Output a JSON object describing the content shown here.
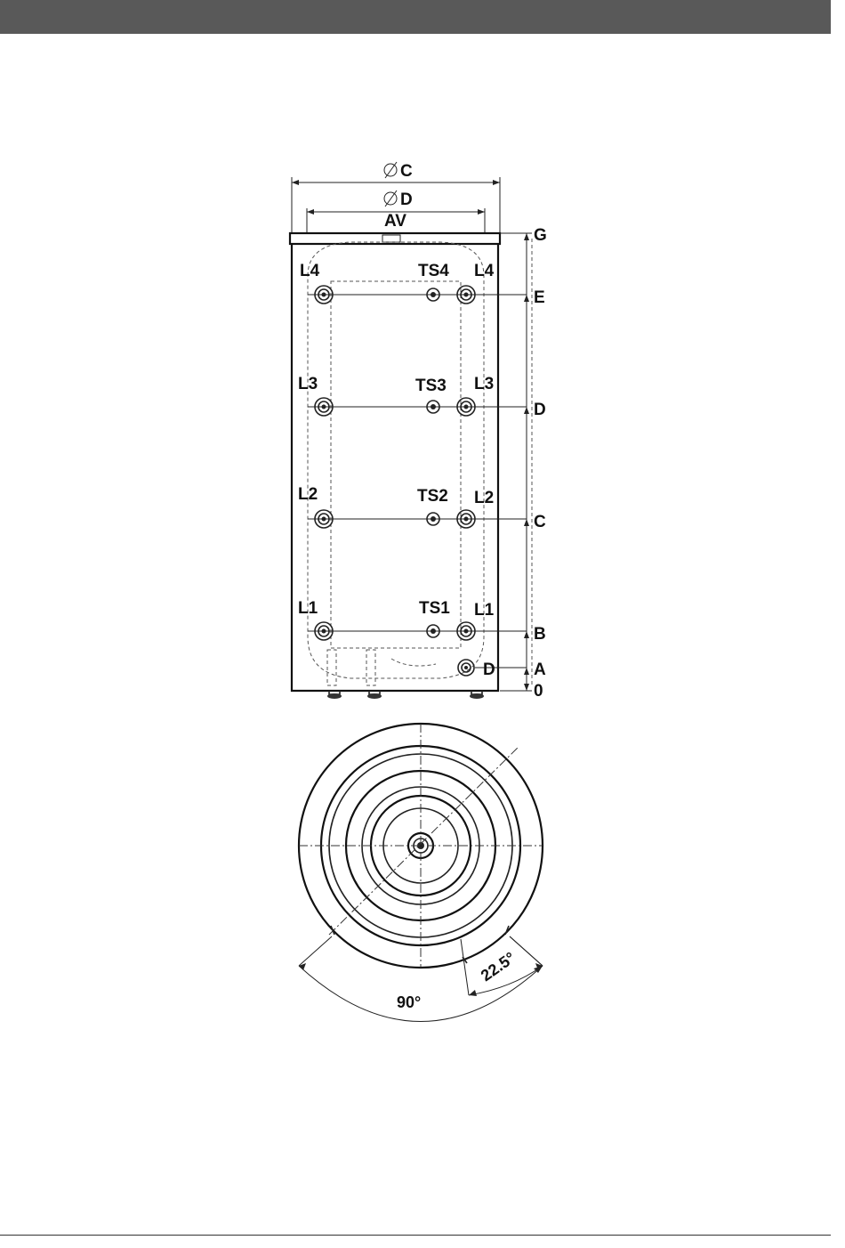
{
  "header": {
    "color": "#595959"
  },
  "front_view": {
    "diameter_outer_label": "C",
    "diameter_inner_label": "D",
    "top_label": "AV",
    "heights": [
      "G",
      "E",
      "D",
      "C",
      "B",
      "A",
      "0"
    ],
    "bottom_port_label": "D",
    "levels": [
      {
        "left": "L4",
        "sensor": "TS4",
        "right": "L4"
      },
      {
        "left": "L3",
        "sensor": "TS3",
        "right": "L3"
      },
      {
        "left": "L2",
        "sensor": "TS2",
        "right": "L2"
      },
      {
        "left": "L1",
        "sensor": "TS1",
        "right": "L1"
      }
    ]
  },
  "top_view": {
    "angle_large": "90°",
    "angle_small": "22.5°"
  }
}
